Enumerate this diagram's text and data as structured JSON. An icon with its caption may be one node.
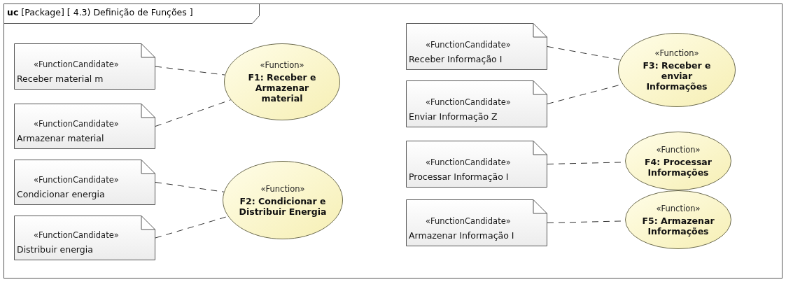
{
  "diagram": {
    "title": "**uc** [Package] [ 4.3) Definição de Funções ]",
    "nodes": [
      {
        "text": [
          "«FunctionCandidate»",
          "Receber material m"
        ]
      },
      {
        "text": [
          "«FunctionCandidate»",
          "Armazenar material"
        ]
      },
      {
        "text": [
          "«Function»",
          "F1: Receber e Armazenar material"
        ]
      },
      {
        "text": [
          "«FunctionCandidate»",
          "Condicionar energia"
        ]
      },
      {
        "text": [
          "«FunctionCandidate»",
          "Distribuir energia"
        ]
      },
      {
        "text": [
          "«Function»",
          "F2: Condicionar e Distribuir Energia"
        ]
      },
      {
        "text": [
          "«FunctionCandidate»",
          "Receber Informação I"
        ]
      },
      {
        "text": [
          "«FunctionCandidate»",
          "Enviar Informação Z"
        ]
      },
      {
        "text": [
          "«Function»",
          "F3: Receber e enviar Informações"
        ]
      },
      {
        "text": [
          "«FunctionCandidate»",
          "Processar Informação I"
        ]
      },
      {
        "text": [
          "«Function»",
          "F4: Processar Informações"
        ]
      },
      {
        "text": [
          "«FunctionCandidate»",
          "Armazenar Informação I"
        ]
      },
      {
        "text": [
          "«Function»",
          "F5: Armazenar Informações"
        ]
      }
    ],
    "edges": [
      {
        "from": 0,
        "to": 2,
        "arrow": "none",
        "style": "dashed"
      },
      {
        "from": 1,
        "to": 2,
        "arrow": "none",
        "style": "dashed"
      },
      {
        "from": 3,
        "to": 5,
        "arrow": "none",
        "style": "dashed"
      },
      {
        "from": 4,
        "to": 5,
        "arrow": "none",
        "style": "dashed"
      },
      {
        "from": 6,
        "to": 8,
        "arrow": "none",
        "style": "dashed"
      },
      {
        "from": 7,
        "to": 8,
        "arrow": "none",
        "style": "dashed"
      },
      {
        "from": 9,
        "to": 10,
        "arrow": "none",
        "style": "dashed"
      },
      {
        "from": 11,
        "to": 12,
        "arrow": "none",
        "style": "dashed"
      }
    ]
  }
}
